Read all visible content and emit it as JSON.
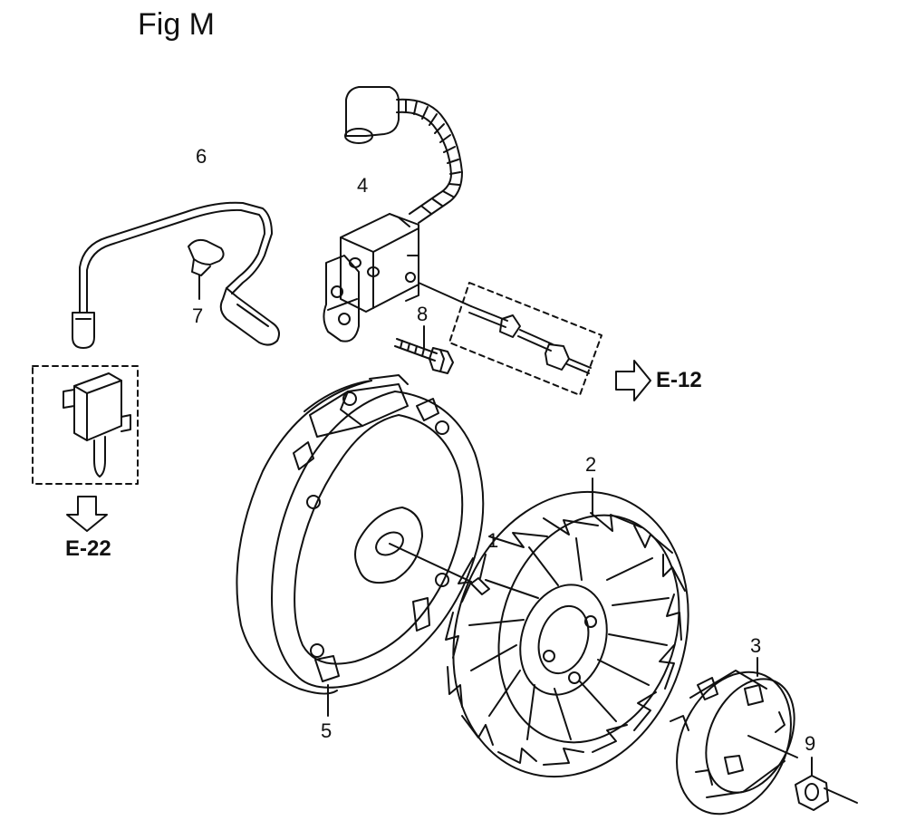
{
  "figure": {
    "title": "Fig M"
  },
  "callouts": [
    {
      "id": "1",
      "label": "1"
    },
    {
      "id": "2",
      "label": "2"
    },
    {
      "id": "3",
      "label": "3"
    },
    {
      "id": "4",
      "label": "4"
    },
    {
      "id": "5",
      "label": "5"
    },
    {
      "id": "6",
      "label": "6"
    },
    {
      "id": "7",
      "label": "7"
    },
    {
      "id": "8",
      "label": "8"
    },
    {
      "id": "9",
      "label": "9"
    }
  ],
  "references": {
    "right": "E-12",
    "left": "E-22"
  }
}
